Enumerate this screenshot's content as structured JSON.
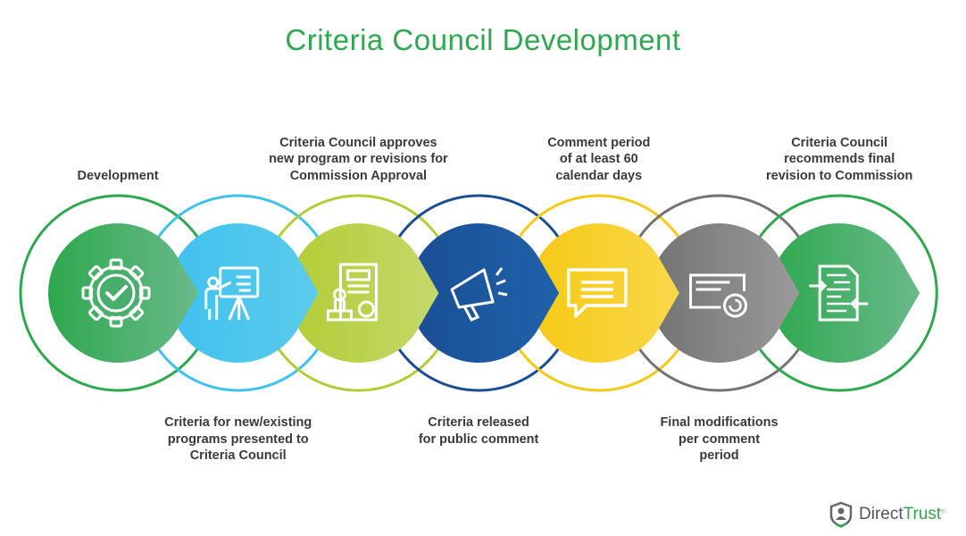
{
  "title": "Criteria Council Development",
  "steps": [
    {
      "name": "development",
      "label_lines": [
        "Development"
      ],
      "position": "top",
      "color": "#2ea84f",
      "color2": "#6ab98a",
      "icon": "gear-check-icon"
    },
    {
      "name": "presented",
      "label_lines": [
        "Criteria for new/existing",
        "programs presented to",
        "Criteria Council"
      ],
      "position": "bottom",
      "color": "#3fc1ee",
      "color2": "#5ccbec",
      "icon": "presentation-icon"
    },
    {
      "name": "approves",
      "label_lines": [
        "Criteria Council approves",
        "new program or revisions for",
        "Commission Approval"
      ],
      "position": "top",
      "color": "#b2cd36",
      "color2": "#c4d86a",
      "icon": "document-stamp-icon"
    },
    {
      "name": "released",
      "label_lines": [
        "Criteria released",
        "for public comment"
      ],
      "position": "bottom",
      "color": "#1a4e94",
      "color2": "#1f62aa",
      "icon": "megaphone-icon"
    },
    {
      "name": "comment-period",
      "label_lines": [
        "Comment period",
        "of at least 60",
        "calendar days"
      ],
      "position": "top",
      "color": "#f6c915",
      "color2": "#f9d84a",
      "icon": "chat-bubble-icon"
    },
    {
      "name": "final-mods",
      "label_lines": [
        "Final modifications",
        "per comment",
        "period"
      ],
      "position": "bottom",
      "color": "#737373",
      "color2": "#9a9a9a",
      "icon": "document-refresh-icon"
    },
    {
      "name": "recommends",
      "label_lines": [
        "Criteria Council",
        "recommends final",
        "revision to Commission"
      ],
      "position": "top",
      "color": "#2ea84f",
      "color2": "#6ab98a",
      "icon": "document-exchange-icon"
    }
  ],
  "logo": {
    "part1": "Direct",
    "part2": "Trust",
    "mark": "®"
  }
}
